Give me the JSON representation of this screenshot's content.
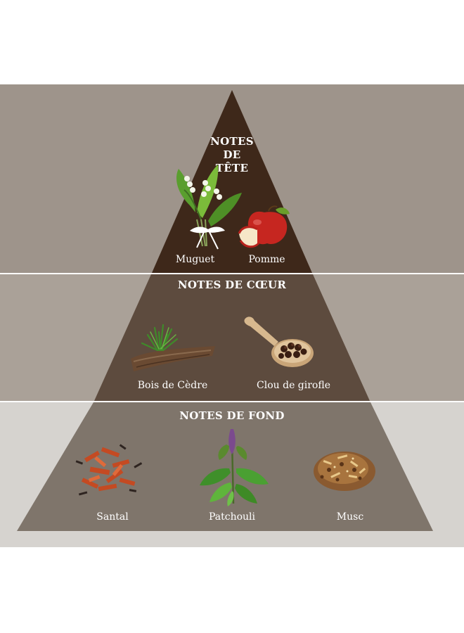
{
  "tiers": {
    "top": {
      "title_lines": [
        "NOTES",
        "DE",
        "TÊTE"
      ],
      "items": [
        "Muguet",
        "Pomme"
      ]
    },
    "middle": {
      "title": "NOTES DE CŒUR",
      "items": [
        "Bois de Cèdre",
        "Clou de girofle"
      ]
    },
    "base": {
      "title": "NOTES DE FOND",
      "items": [
        "Santal",
        "Patchouli",
        "Musc"
      ]
    }
  },
  "colors": {
    "band_top": "#9e948b",
    "band_middle": "#aaa198",
    "band_base": "#d6d3cf",
    "tier_top": "#3e281a",
    "tier_middle": "#5d4b3e",
    "tier_base": "#7f756b",
    "text": "#ffffff"
  },
  "icons": [
    "lily-of-the-valley-icon",
    "apple-icon",
    "cedar-wood-icon",
    "clove-spoon-icon",
    "sandalwood-chips-icon",
    "patchouli-plant-icon",
    "musk-grains-icon"
  ]
}
